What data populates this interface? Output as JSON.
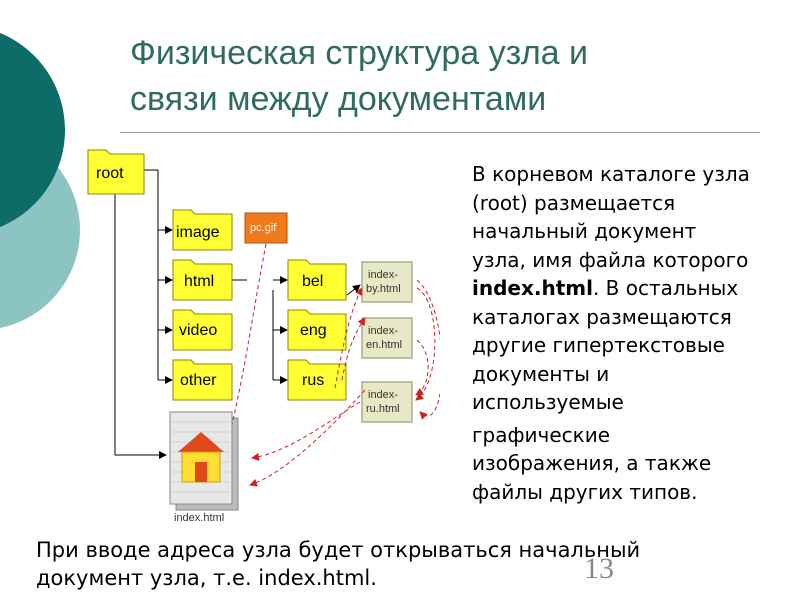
{
  "slide": {
    "title_line1": "Физическая структура узла и",
    "title_line2": "связи между документами",
    "page_number": "13"
  },
  "diagram": {
    "folders": {
      "root": "root",
      "image": "image",
      "html": "html",
      "video": "video",
      "other": "other",
      "bel": "bel",
      "eng": "eng",
      "rus": "rus"
    },
    "files": {
      "pc_gif": "pc.gif",
      "index_by_1": "index-",
      "index_by_2": "by.html",
      "index_en_1": "index-",
      "index_en_2": "en.html",
      "index_ru_1": "index-",
      "index_ru_2": "ru.html",
      "index_main": "index.html"
    },
    "colors": {
      "folder": "#ffff33",
      "gif": "#f07a1a",
      "html_file": "#e6e8c6",
      "link_arrow": "#cc2222"
    }
  },
  "body": {
    "line1": "В корневом каталоге узла",
    "line2": "(root) размещается",
    "line3": "начальный документ",
    "line4": "узла, имя файла которого",
    "line5_bold": "index.html",
    "line5_rest": ". В остальных",
    "line6": "каталогах размещаются",
    "line7": "другие гипертекстовые",
    "line8": "документы и",
    "line9": "используемые",
    "line10": "графические",
    "line11": "изображения, а также",
    "line12": "файлы других типов."
  },
  "footer": {
    "line1": "При вводе адреса узла будет открываться начальный",
    "line2": "документ узла, т.е. index.html."
  }
}
